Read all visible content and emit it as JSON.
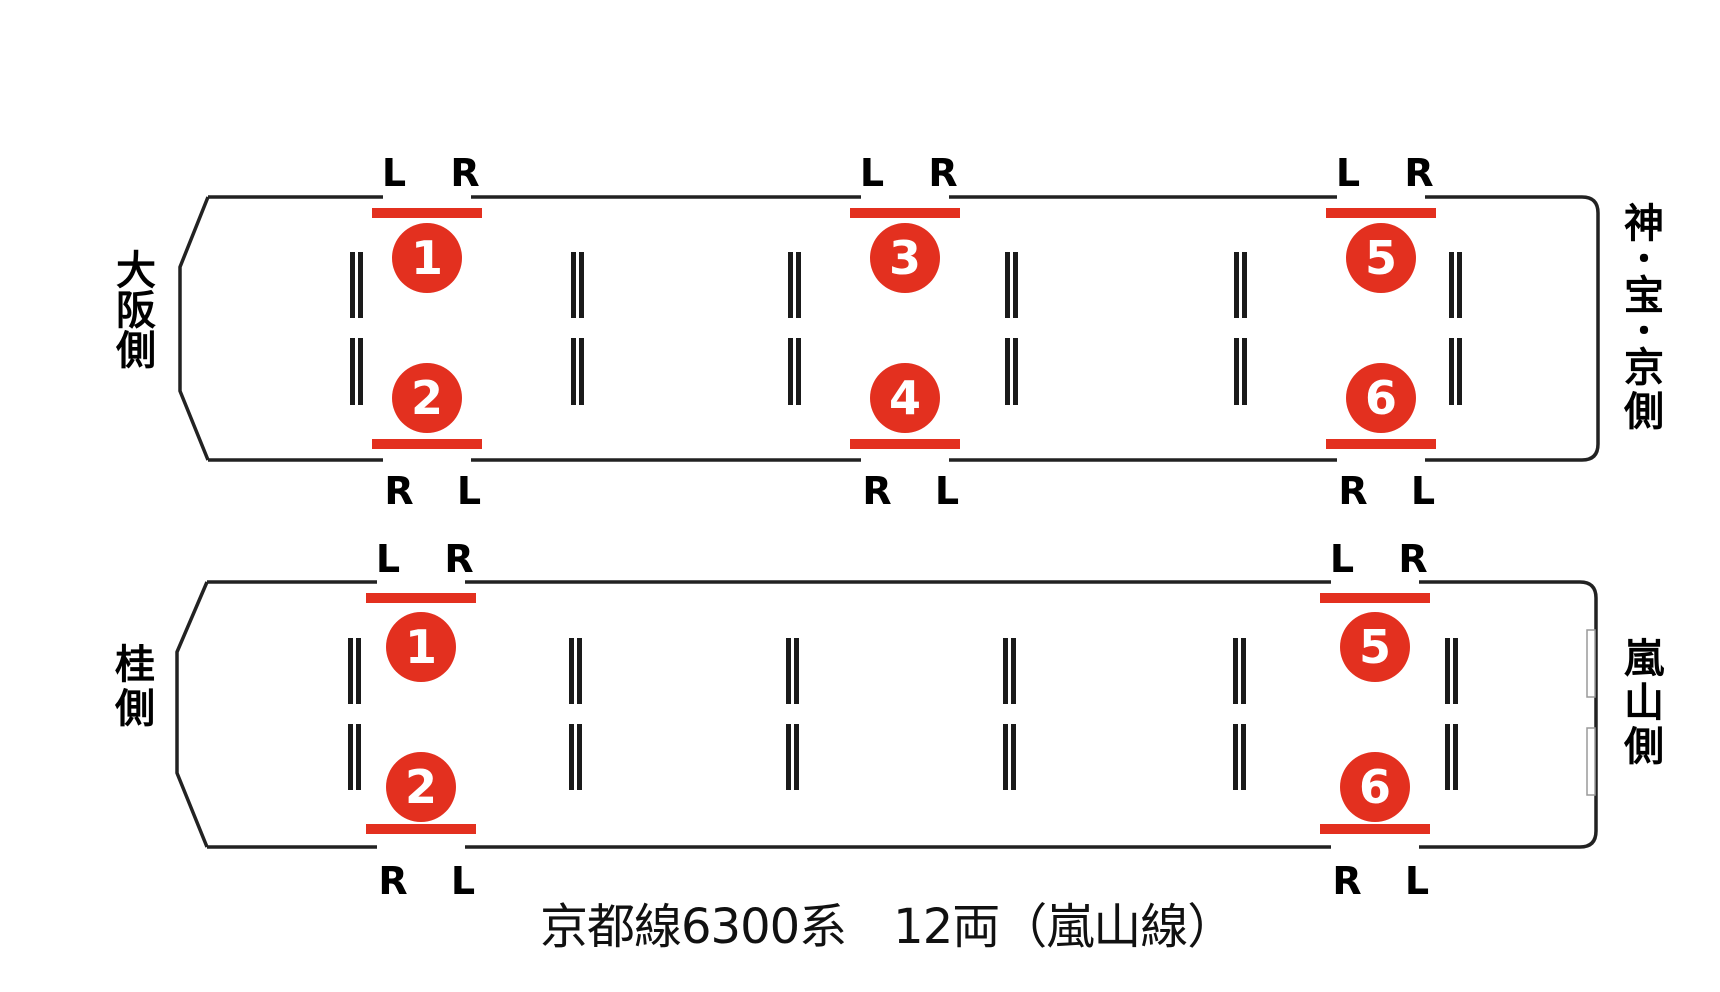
{
  "title": "京都線6300系　12両（嵐山線）",
  "colors": {
    "outline": "#222222",
    "door_red": "#e3301f",
    "seat": "#1a1a1a",
    "text": "#000000"
  },
  "cars": [
    {
      "id": "upper",
      "left_label": [
        "大",
        "阪",
        "側"
      ],
      "right_label": [
        "神",
        "・",
        "宝",
        "・",
        "京",
        "側"
      ],
      "doors": [
        {
          "top_number": "1",
          "bottom_number": "2",
          "top_letters": [
            "L",
            "R"
          ],
          "bottom_letters": [
            "R",
            "L"
          ]
        },
        {
          "top_number": "3",
          "bottom_number": "4",
          "top_letters": [
            "L",
            "R"
          ],
          "bottom_letters": [
            "R",
            "L"
          ]
        },
        {
          "top_number": "5",
          "bottom_number": "6",
          "top_letters": [
            "L",
            "R"
          ],
          "bottom_letters": [
            "R",
            "L"
          ]
        }
      ]
    },
    {
      "id": "lower",
      "left_label": [
        "桂",
        "側"
      ],
      "right_label": [
        "嵐",
        "山",
        "側"
      ],
      "doors": [
        {
          "top_number": "1",
          "bottom_number": "2",
          "top_letters": [
            "L",
            "R"
          ],
          "bottom_letters": [
            "R",
            "L"
          ]
        },
        {
          "top_number": "5",
          "bottom_number": "6",
          "top_letters": [
            "L",
            "R"
          ],
          "bottom_letters": [
            "R",
            "L"
          ]
        }
      ]
    }
  ]
}
